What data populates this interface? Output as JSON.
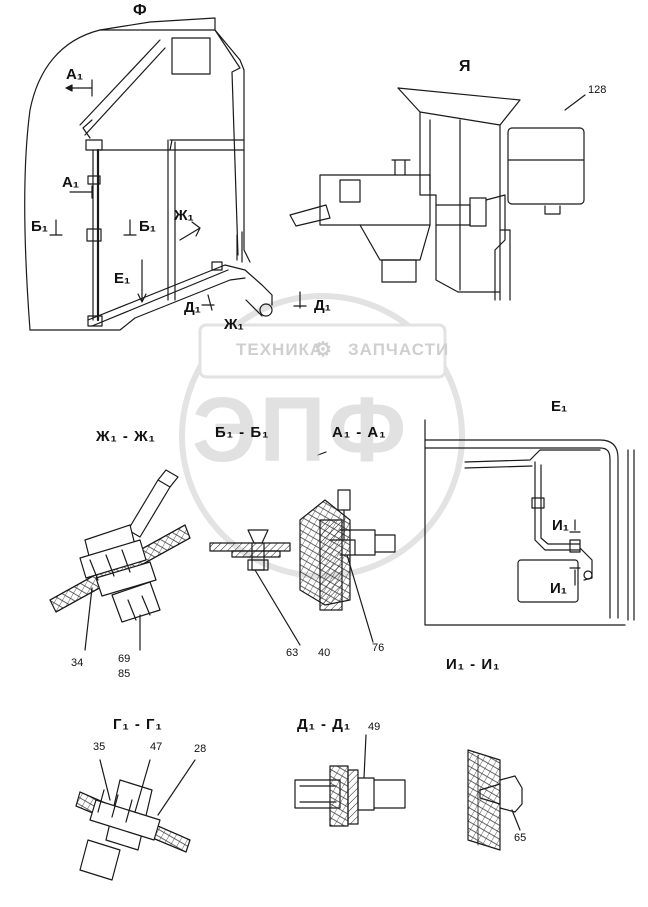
{
  "views": {
    "phi": "Ф",
    "ya": "Я",
    "e1": "Е₁"
  },
  "cut_marks": {
    "a1_top": "А₁",
    "a1_mid": "А₁",
    "b1_left": "Б₁",
    "b1_right": "Б₁",
    "zh1_top": "Ж₁",
    "e1_left": "Е₁",
    "d1_left": "Д₁",
    "d1_right": "Д₁",
    "zh1_bottom": "Ж₁",
    "i1_top": "И₁",
    "i1_bottom": "И₁"
  },
  "sections": {
    "zh1": "Ж₁ - Ж₁",
    "b1": "Б₁ - Б₁",
    "a1": "А₁ - А₁",
    "i1": "И₁ - И₁",
    "g1": "Г₁ - Г₁",
    "d1": "Д₁ - Д₁"
  },
  "part_numbers": {
    "p128": "128",
    "p34": "34",
    "p69": "69",
    "p85": "85",
    "p63": "63",
    "p40": "40",
    "p76": "76",
    "p35": "35",
    "p47": "47",
    "p28": "28",
    "p49": "49",
    "p65": "65"
  },
  "watermark": {
    "brand_left": "ТЕХНИКА",
    "brand_right": "ЗАПЧАСТИ",
    "logo": "ЭПФ"
  }
}
